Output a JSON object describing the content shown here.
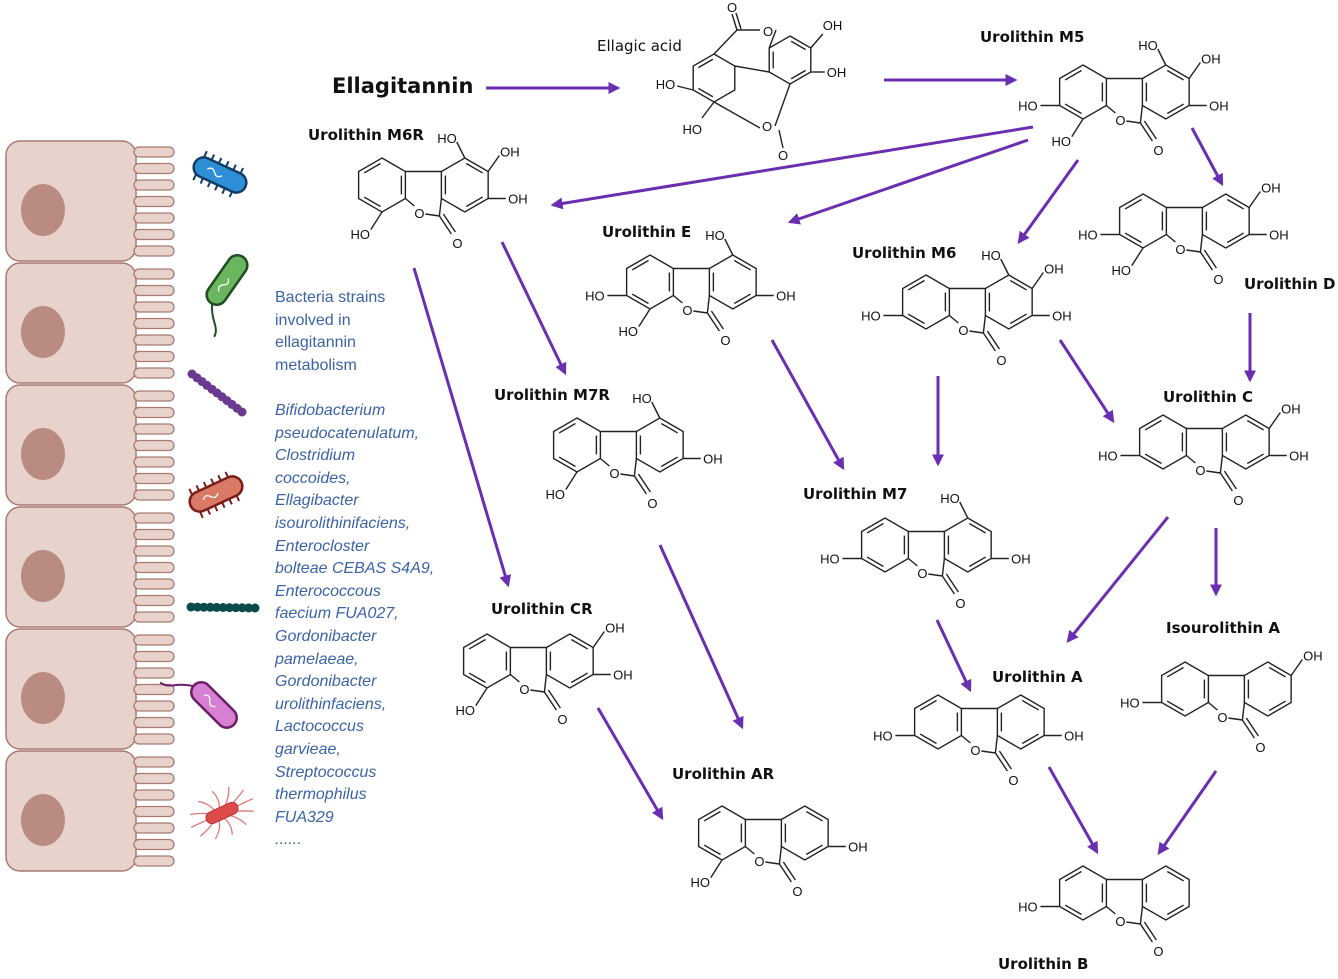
{
  "title": "Ellagitannin",
  "bacteria_panel": {
    "heading_lines": [
      "Bacteria strains",
      "involved in",
      "ellagitannin",
      "metabolism"
    ],
    "species_lines": [
      "Bifidobacterium",
      "pseudocatenulatum,",
      "Clostridium",
      "coccoides,",
      "Ellagibacter",
      "isourolithinifaciens,",
      "Enterocloster",
      "bolteae CEBAS S4A9,",
      "Enterococcous",
      "faecium FUA027,",
      "Gordonibacter",
      "pamelaeae,",
      "Gordonibacter",
      "urolithinfaciens,",
      "Lactococcus",
      "garvieae,",
      "Streptococcus",
      "thermophilus",
      "FUA329",
      "......"
    ],
    "bacteria_icons": [
      "blue-rod-bacterium-icon",
      "green-flagellated-bacterium-icon",
      "purple-chain-bacterium-icon",
      "red-rod-bacterium-icon",
      "teal-chain-bacterium-icon",
      "pink-flagellated-bacterium-icon",
      "red-fimbriated-bacterium-icon"
    ],
    "epithelial_cell_count": 6
  },
  "compounds": {
    "ellagic_acid": {
      "name": "Ellagic acid",
      "groups": [
        "HO",
        "HO",
        "OH",
        "OH",
        "O",
        "O",
        "O",
        "O"
      ]
    },
    "m5": {
      "name": "Urolithin M5",
      "groups": [
        "HO",
        "HO",
        "HO",
        "OH",
        "OH",
        "O",
        "O"
      ]
    },
    "m6r": {
      "name": "Urolithin M6R",
      "groups": [
        "HO",
        "HO",
        "OH",
        "OH",
        "O",
        "O"
      ]
    },
    "e": {
      "name": "Urolithin E",
      "groups": [
        "HO",
        "HO",
        "HO",
        "OH",
        "O",
        "O"
      ]
    },
    "m6": {
      "name": "Urolithin M6",
      "groups": [
        "HO",
        "HO",
        "OH",
        "OH",
        "O",
        "O"
      ]
    },
    "d": {
      "name": "Urolithin D",
      "groups": [
        "HO",
        "HO",
        "OH",
        "OH",
        "O",
        "O"
      ]
    },
    "m7r": {
      "name": "Urolithin M7R",
      "groups": [
        "HO",
        "HO",
        "OH",
        "O",
        "O"
      ]
    },
    "c": {
      "name": "Urolithin C",
      "groups": [
        "HO",
        "OH",
        "OH",
        "O",
        "O"
      ]
    },
    "m7": {
      "name": "Urolithin M7",
      "groups": [
        "HO",
        "HO",
        "OH",
        "O",
        "O"
      ]
    },
    "cr": {
      "name": "Urolithin CR",
      "groups": [
        "HO",
        "OH",
        "OH",
        "O",
        "O"
      ]
    },
    "isoa": {
      "name": "Isourolithin A",
      "groups": [
        "HO",
        "OH",
        "O",
        "O"
      ]
    },
    "a": {
      "name": "Urolithin A",
      "groups": [
        "HO",
        "OH",
        "O",
        "O"
      ]
    },
    "ar": {
      "name": "Urolithin AR",
      "groups": [
        "HO",
        "OH",
        "O",
        "O"
      ]
    },
    "b": {
      "name": "Urolithin B",
      "groups": [
        "HO",
        "O",
        "O"
      ]
    }
  },
  "pathway_edges": [
    [
      "Ellagitannin",
      "Ellagic acid"
    ],
    [
      "Ellagic acid",
      "Urolithin M5"
    ],
    [
      "Urolithin M5",
      "Urolithin M6R"
    ],
    [
      "Urolithin M5",
      "Urolithin E"
    ],
    [
      "Urolithin M5",
      "Urolithin M6"
    ],
    [
      "Urolithin M5",
      "Urolithin D"
    ],
    [
      "Urolithin M6R",
      "Urolithin CR"
    ],
    [
      "Urolithin M6R",
      "Urolithin M7R"
    ],
    [
      "Urolithin E",
      "Urolithin M7"
    ],
    [
      "Urolithin M6",
      "Urolithin M7"
    ],
    [
      "Urolithin M6",
      "Urolithin C"
    ],
    [
      "Urolithin D",
      "Urolithin C"
    ],
    [
      "Urolithin M7R",
      "Urolithin AR"
    ],
    [
      "Urolithin CR",
      "Urolithin AR"
    ],
    [
      "Urolithin M7",
      "Urolithin A"
    ],
    [
      "Urolithin C",
      "Urolithin A"
    ],
    [
      "Urolithin C",
      "Isourolithin A"
    ],
    [
      "Urolithin A",
      "Urolithin B"
    ],
    [
      "Isourolithin A",
      "Urolithin B"
    ]
  ],
  "colors": {
    "arrow": "#6a2fb0",
    "bacteria_text": "#3b63a8",
    "cell_fill": "#e8d3cc",
    "cell_stroke": "#a87a70",
    "nucleus": "#b98b82"
  }
}
